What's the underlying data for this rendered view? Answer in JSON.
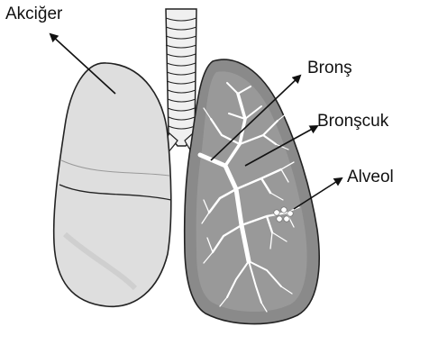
{
  "labels": {
    "lung": "Akciğer",
    "bronchus": "Bronş",
    "bronchiole": "Bronşcuk",
    "alveolus": "Alveol"
  },
  "colors": {
    "left_lung_fill": "#dedede",
    "left_lung_shade": "#cfcfcf",
    "right_lung_fill": "#8a8a8a",
    "right_lung_inner": "#999999",
    "trachea_fill": "#f0f0f0",
    "outline": "#222222",
    "bronchial_tree": "#ffffff",
    "arrow": "#111111"
  }
}
